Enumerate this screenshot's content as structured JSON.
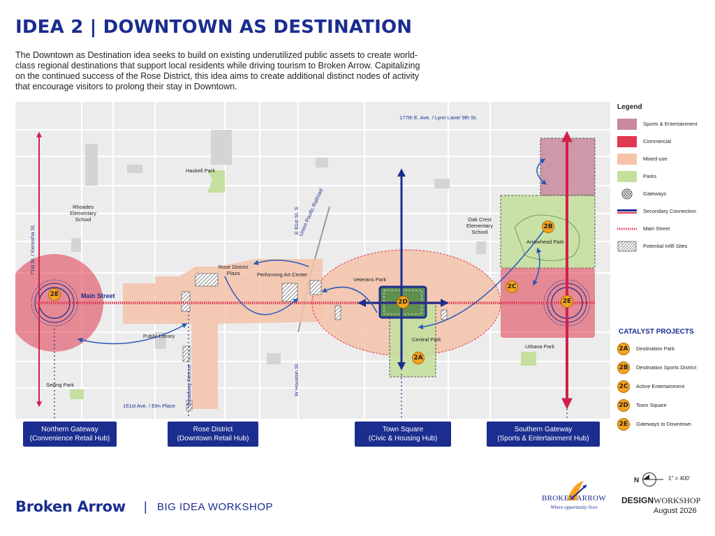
{
  "title": "IDEA 2 | DOWNTOWN AS DESTINATION",
  "intro": "The Downtown as Destination idea seeks to build on existing underutilized public assets to create world-class regional destinations that support local residents while driving tourism to Broken Arrow. Capitalizing on the continued success of the Rose District, this idea aims to create additional distinct nodes of activity that encourage visitors to prolong their stay in Downtown.",
  "map": {
    "road_labels": {
      "lynn_lane": "177th E. Ave. / Lynn Lane/ 9th St.",
      "kenosha": "71st St. / Kenosha St.",
      "e81st": "E 81st St. S",
      "union_pacific": "Union Pacific Railroad",
      "broadway": "Broadway Avenue",
      "houston": "W Houston St.",
      "elm_place": "161st Ave. / Elm Place",
      "main_street": "Main Street"
    },
    "place_labels": {
      "haskell_park": "Haskell Park",
      "rhoades": "Rhoades Elementary School",
      "rose_plaza": "Rose District Plaza",
      "performing_art": "Performing Art Center",
      "veterans_park": "Veterans Park",
      "central_park": "Central Park",
      "public_library": "Public Library",
      "seiling_park": "Seiling Park",
      "oak_crest": "Oak Crest Elementary School",
      "arrowhead_park": "Arrowhead Park",
      "urbana_park": "Urbana Park"
    },
    "badges": {
      "north_gateway": "2E",
      "south_gateway": "2E",
      "town_square": "2D",
      "destination_park": "2A",
      "sports_district": "2B",
      "active_entertainment": "2C"
    }
  },
  "hubs": [
    {
      "name": "Northern Gateway",
      "sub": "(Convenience Retail Hub)"
    },
    {
      "name": "Rose District",
      "sub": "(Downtown Retail Hub)"
    },
    {
      "name": "Town Square",
      "sub": "(Civic & Housing Hub)"
    },
    {
      "name": "Southern Gateway",
      "sub": "(Sports & Entertainment Hub)"
    }
  ],
  "legend": {
    "title": "Legend",
    "items": [
      {
        "label": "Sports & Entertainment",
        "color": "#c98a9e",
        "kind": "fill"
      },
      {
        "label": "Commercial",
        "color": "#e0394f",
        "kind": "fill"
      },
      {
        "label": "Mixed-use",
        "color": "#f5c3aa",
        "kind": "fill"
      },
      {
        "label": "Parks",
        "color": "#c5df9e",
        "kind": "fill"
      },
      {
        "label": "Gateways",
        "color": "#333333",
        "kind": "rings"
      },
      {
        "label": "Secondary Connection",
        "color": "#1b2d8f",
        "kind": "connection"
      },
      {
        "label": "Main Street",
        "color": "#e0394f",
        "kind": "dotted"
      },
      {
        "label": "Potential Infill Sites",
        "color": "#555555",
        "kind": "hatch"
      }
    ]
  },
  "catalyst": {
    "title": "CATALYST PROJECTS",
    "items": [
      {
        "code": "2A",
        "label": "Destination Park"
      },
      {
        "code": "2B",
        "label": "Destination Sports District"
      },
      {
        "code": "2C",
        "label": "Active Entertainment"
      },
      {
        "code": "2D",
        "label": "Town Square"
      },
      {
        "code": "2E",
        "label": "Gateways to Downtown"
      }
    ]
  },
  "scale": "1\" = 400'",
  "compass_letter": "N",
  "footer": {
    "brand": "Broken Arrow",
    "separator": "|",
    "workshop": "BIG IDEA WORKSHOP",
    "logo_name": "BROKEN ARROW",
    "logo_tagline": "Where opportunity lives",
    "firm_bold": "DESIGN",
    "firm_rest": "WORKSHOP",
    "date": "August 2026"
  },
  "colors": {
    "navy": "#1b2d8f",
    "red": "#e0394f",
    "salmon": "#f5c3aa",
    "park": "#c5df9e",
    "sports": "#c98a9e",
    "accent_badge": "#f6a31f"
  }
}
